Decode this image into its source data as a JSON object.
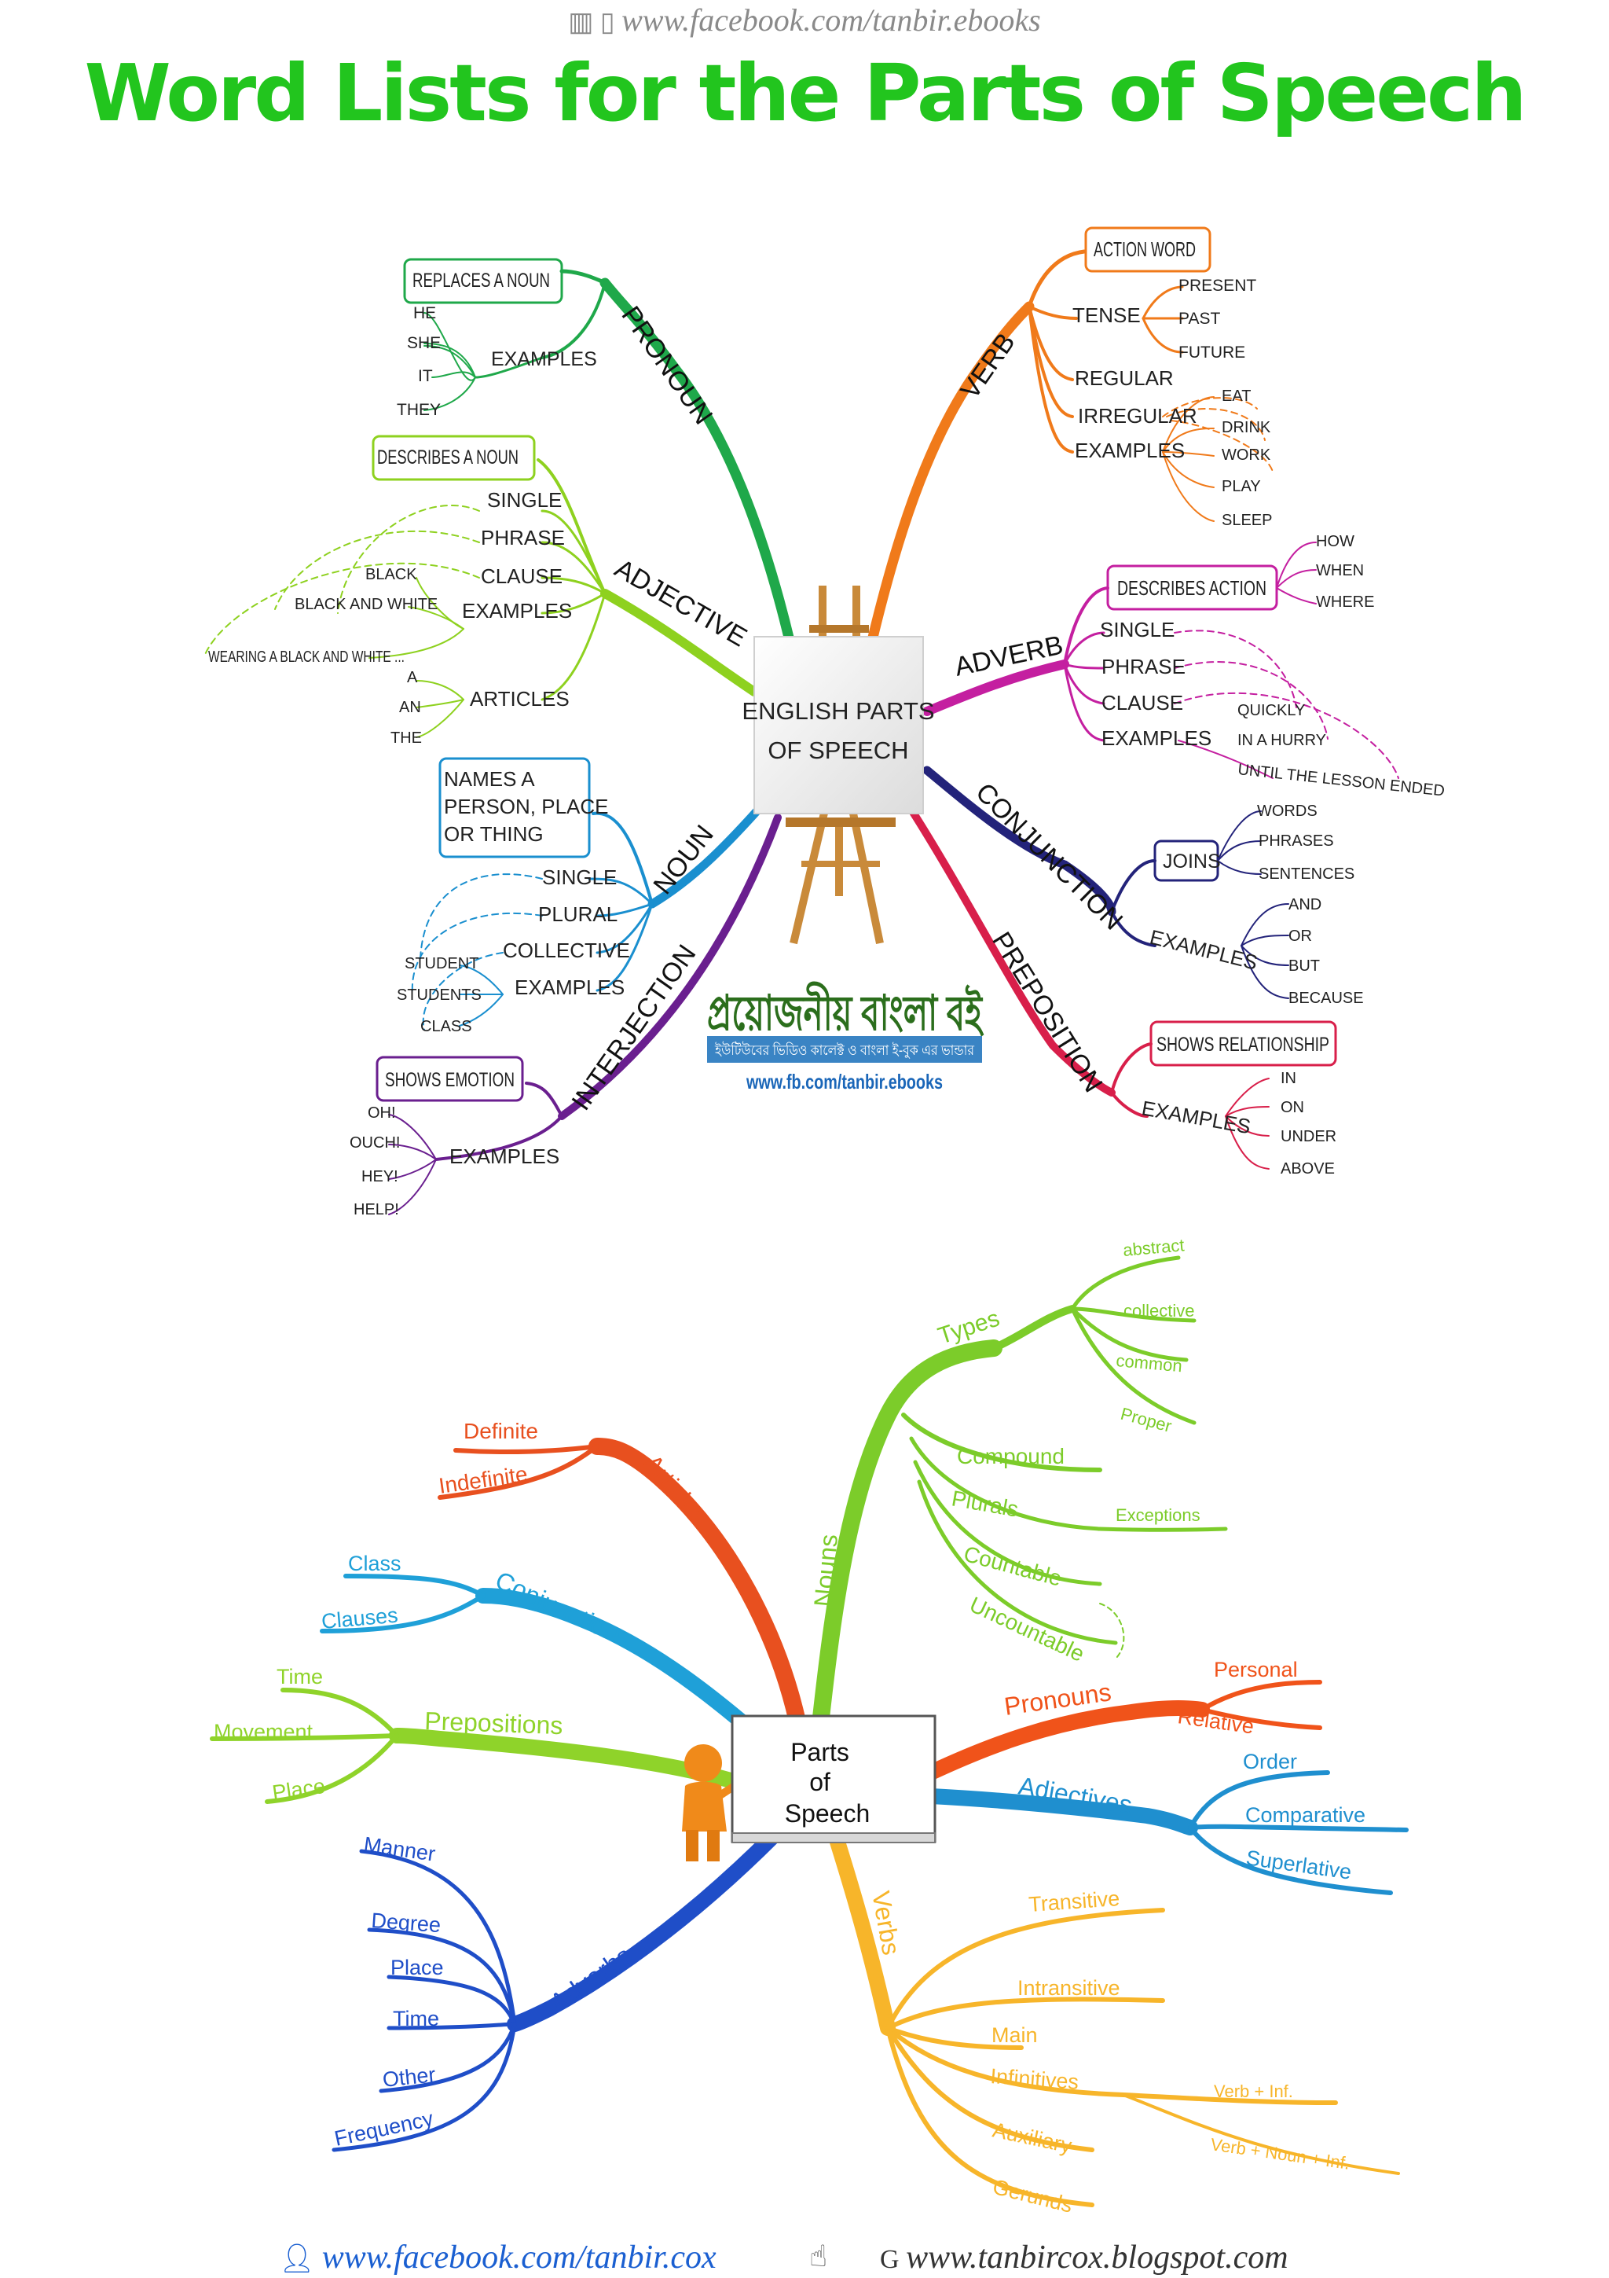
{
  "header": {
    "top_link": "www.facebook.com/tanbir.ebooks",
    "title": "Word Lists for the Parts of Speech"
  },
  "footer": {
    "left_link": "www.facebook.com/tanbir.cox",
    "right_link": "www.tanbircox.blogspot.com"
  },
  "colors": {
    "title": "#22c51e",
    "pronoun": "#1fa84a",
    "verb": "#f07a1a",
    "adjective": "#8ed11f",
    "adverb": "#c41fa0",
    "noun": "#1a8fcf",
    "conjunction": "#23237a",
    "interjection": "#6a1f8f",
    "preposition": "#d81f4a"
  },
  "map1": {
    "center": "ENGLISH PARTS OF SPEECH",
    "pronoun": {
      "label": "PRONOUN",
      "def": "REPLACES A NOUN",
      "examples_label": "EXAMPLES",
      "examples": [
        "HE",
        "SHE",
        "IT",
        "THEY"
      ]
    },
    "adjective": {
      "label": "ADJECTIVE",
      "def": "DESCRIBES A NOUN",
      "single": "SINGLE",
      "phrase": "PHRASE",
      "clause": "CLAUSE",
      "examples_label": "EXAMPLES",
      "examples": [
        "BLACK",
        "BLACK AND WHITE",
        "WEARING A BLACK AND WHITE ..."
      ],
      "articles_label": "ARTICLES",
      "articles": [
        "A",
        "AN",
        "THE"
      ]
    },
    "noun": {
      "label": "NOUN",
      "def": "NAMES A PERSON, PLACE OR THING",
      "single": "SINGLE",
      "plural": "PLURAL",
      "collective": "COLLECTIVE",
      "examples_label": "EXAMPLES",
      "examples": [
        "STUDENT",
        "STUDENTS",
        "CLASS"
      ]
    },
    "interjection": {
      "label": "INTERJECTION",
      "def": "SHOWS EMOTION",
      "examples_label": "EXAMPLES",
      "examples": [
        "OH!",
        "OUCH!",
        "HEY!",
        "HELP!"
      ]
    },
    "verb": {
      "label": "VERB",
      "def": "ACTION WORD",
      "tense": "TENSE",
      "tenses": [
        "PRESENT",
        "PAST",
        "FUTURE"
      ],
      "regular": "REGULAR",
      "irregular": "IRREGULAR",
      "examples_label": "EXAMPLES",
      "examples": [
        "EAT",
        "DRINK",
        "WORK",
        "PLAY",
        "SLEEP"
      ]
    },
    "adverb": {
      "label": "ADVERB",
      "def": "DESCRIBES ACTION",
      "def_items": [
        "HOW",
        "WHEN",
        "WHERE"
      ],
      "single": "SINGLE",
      "phrase": "PHRASE",
      "clause": "CLAUSE",
      "examples_label": "EXAMPLES",
      "examples": [
        "QUICKLY",
        "IN A HURRY",
        "UNTIL THE LESSON ENDED"
      ]
    },
    "conjunction": {
      "label": "CONJUNCTION",
      "joins": "JOINS",
      "joins_items": [
        "WORDS",
        "PHRASES",
        "SENTENCES"
      ],
      "examples_label": "EXAMPLES",
      "examples": [
        "AND",
        "OR",
        "BUT",
        "BECAUSE"
      ]
    },
    "preposition": {
      "label": "PREPOSITION",
      "def": "SHOWS RELATIONSHIP",
      "examples_label": "EXAMPLES",
      "examples": [
        "IN",
        "ON",
        "UNDER",
        "ABOVE"
      ]
    },
    "logo": {
      "bangla": "প্রয়োজনীয় বাংলা বই",
      "sub": "ইউটিউবের ভিডিও কালেক্ট ও বাংলা ই-বুক এর ভান্ডার",
      "url": "www.fb.com/tanbir.ebooks"
    }
  },
  "map2": {
    "center": [
      "Parts",
      "of",
      "Speech"
    ],
    "nouns": {
      "label": "Nouns",
      "types_label": "Types",
      "types": [
        "abstract",
        "collective",
        "common",
        "Proper"
      ],
      "compound": "Compound",
      "plurals": "Plurals",
      "exceptions": "Exceptions",
      "countable": "Countable",
      "uncountable": "Uncountable"
    },
    "articles": {
      "label": "Articles",
      "items": [
        "Definite",
        "Indefinite"
      ]
    },
    "conjunctions": {
      "label": "Conjunctions",
      "items": [
        "Class",
        "Clauses"
      ]
    },
    "prepositions": {
      "label": "Prepositions",
      "items": [
        "Time",
        "Movement",
        "Place"
      ]
    },
    "adverbs": {
      "label": "Adverbs",
      "items": [
        "Manner",
        "Degree",
        "Place",
        "Time",
        "Other",
        "Frequency"
      ]
    },
    "pronouns": {
      "label": "Pronouns",
      "items": [
        "Personal",
        "Relative"
      ]
    },
    "adjectives": {
      "label": "Adjectives",
      "items": [
        "Order",
        "Comparative",
        "Superlative"
      ]
    },
    "verbs": {
      "label": "Verbs",
      "items": [
        "Transitive",
        "Intransitive",
        "Main",
        "Infinitives",
        "Auxiliary",
        "Gerunds"
      ],
      "inf_items": [
        "Verb + Inf.",
        "Verb + Noun + Inf."
      ]
    }
  }
}
